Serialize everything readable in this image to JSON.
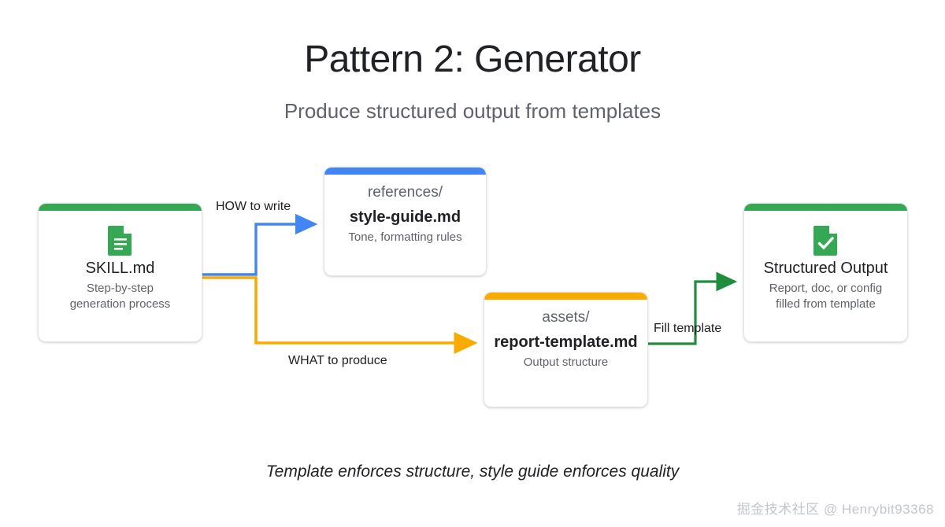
{
  "header": {
    "title": "Pattern 2: Generator",
    "subtitle": "Produce structured output from templates"
  },
  "nodes": {
    "skill": {
      "bar_color": "#34A853",
      "icon": "document-icon",
      "title": "SKILL.md",
      "sub_line1": "Step-by-step",
      "sub_line2": "generation process"
    },
    "references": {
      "bar_color": "#4285F4",
      "path": "references/",
      "title": "style-guide.md",
      "sub_line1": "Tone, formatting rules"
    },
    "assets": {
      "bar_color": "#F9AB00",
      "path": "assets/",
      "title": "report-template.md",
      "sub_line1": "Output structure"
    },
    "output": {
      "bar_color": "#34A853",
      "icon": "document-check-icon",
      "title": "Structured Output",
      "sub_line1": "Report, doc, or config",
      "sub_line2": "filled from template"
    }
  },
  "edges": [
    {
      "id": "how",
      "label": "HOW to write",
      "color": "#4285F4",
      "from": "skill",
      "to": "references"
    },
    {
      "id": "what",
      "label": "WHAT to produce",
      "color": "#F9AB00",
      "from": "skill",
      "to": "assets"
    },
    {
      "id": "fill",
      "label": "Fill template",
      "color": "#34A853",
      "from": "assets",
      "to": "output"
    }
  ],
  "footer": {
    "caption": "Template enforces structure, style guide enforces quality",
    "watermark": "掘金技术社区 @ Henrybit93368"
  },
  "colors": {
    "green": "#34A853",
    "blue": "#4285F4",
    "yellow": "#F9AB00",
    "text_primary": "#202124",
    "text_secondary": "#5f6368",
    "background": "#ffffff"
  }
}
